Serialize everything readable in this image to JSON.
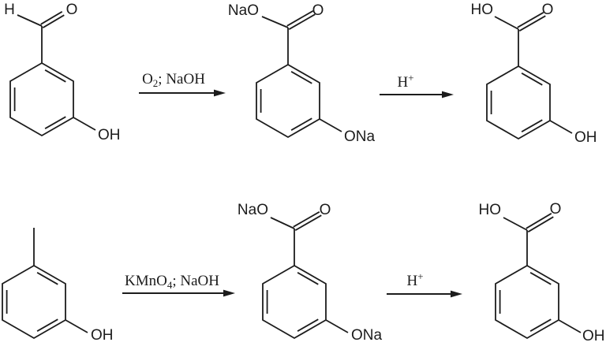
{
  "colors": {
    "background": "#ffffff",
    "ink": "#1c1c1c"
  },
  "scheme": {
    "row1": {
      "reactant": {
        "h": "H",
        "carbonyl_o": "O",
        "hydroxyl": "OH"
      },
      "step1": {
        "reagent_main": "O",
        "reagent_sub": "2",
        "reagent_rest": "; NaOH"
      },
      "intermediate": {
        "carboxylate": "NaO",
        "carbonyl_o": "O",
        "phenoxide": "ONa"
      },
      "step2": {
        "reagent_main": "H",
        "reagent_sup": "+"
      },
      "product": {
        "carboxyl": "HO",
        "carbonyl_o": "O",
        "hydroxyl": "OH"
      }
    },
    "row2": {
      "reactant": {
        "hydroxyl": "OH"
      },
      "step1": {
        "reagent_main": "KMnO",
        "reagent_sub": "4",
        "reagent_rest": "; NaOH"
      },
      "intermediate": {
        "carboxylate": "NaO",
        "carbonyl_o": "O",
        "phenoxide": "ONa"
      },
      "step2": {
        "reagent_main": "H",
        "reagent_sup": "+"
      },
      "product": {
        "carboxyl": "HO",
        "carbonyl_o": "O",
        "hydroxyl": "OH"
      }
    }
  }
}
